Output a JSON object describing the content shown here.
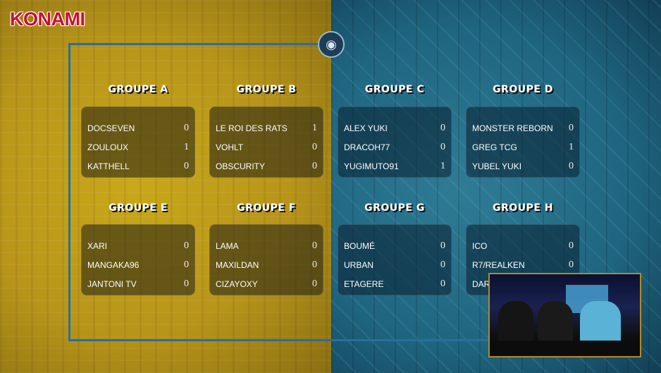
{
  "brand": "KONAMI",
  "groups": [
    {
      "title": "GROUPE A",
      "players": [
        {
          "name": "DOCSEVEN",
          "score": "0"
        },
        {
          "name": "ZOULOUX",
          "score": "1"
        },
        {
          "name": "KATTHELL",
          "score": "0"
        }
      ]
    },
    {
      "title": "GROUPE B",
      "players": [
        {
          "name": "LE ROI DES RATS",
          "score": "1"
        },
        {
          "name": "VOHLT",
          "score": "0"
        },
        {
          "name": "OBSCURITY",
          "score": "0"
        }
      ]
    },
    {
      "title": "GROUPE C",
      "players": [
        {
          "name": "ALEX YUKI",
          "score": "0"
        },
        {
          "name": "DRACOH77",
          "score": "0"
        },
        {
          "name": "YUGIMUTO91",
          "score": "1"
        }
      ]
    },
    {
      "title": "GROUPE D",
      "players": [
        {
          "name": "MONSTER REBORN",
          "score": "0"
        },
        {
          "name": "GREG TCG",
          "score": "1"
        },
        {
          "name": "YUBEL YUKI",
          "score": "0"
        }
      ]
    },
    {
      "title": "GROUPE E",
      "players": [
        {
          "name": "XARI",
          "score": "0"
        },
        {
          "name": "MANGAKA96",
          "score": "0"
        },
        {
          "name": "JANTONI TV",
          "score": "0"
        }
      ]
    },
    {
      "title": "GROUPE F",
      "players": [
        {
          "name": "LAMA",
          "score": "0"
        },
        {
          "name": "MAXILDAN",
          "score": "0"
        },
        {
          "name": "CIZAYOXY",
          "score": "0"
        }
      ]
    },
    {
      "title": "GROUPE G",
      "players": [
        {
          "name": "BOUMÉ",
          "score": "0"
        },
        {
          "name": "URBAN",
          "score": "0"
        },
        {
          "name": "ETAGERE",
          "score": "0"
        }
      ]
    },
    {
      "title": "GROUPE H",
      "players": [
        {
          "name": "ICO",
          "score": "0"
        },
        {
          "name": "R7/REALKEN",
          "score": "0"
        },
        {
          "name": "DAR",
          "score": ""
        }
      ]
    }
  ]
}
